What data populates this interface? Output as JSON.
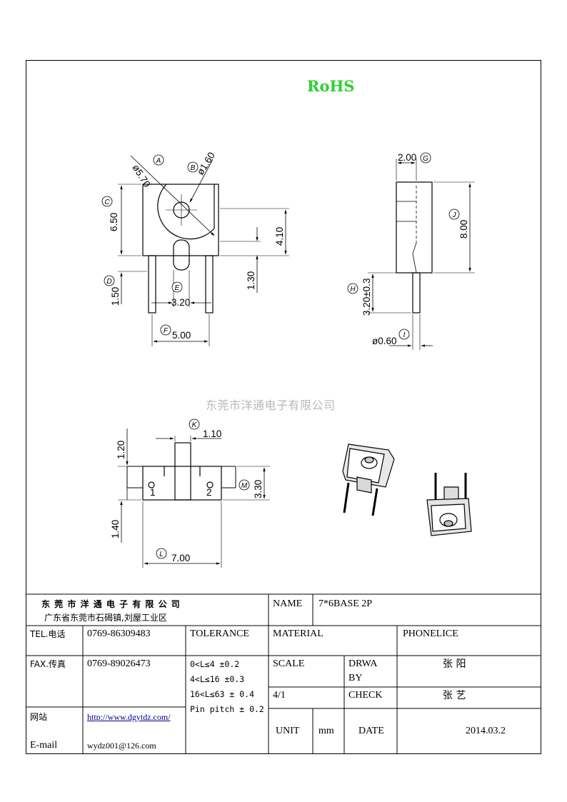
{
  "header": {
    "rohs": "RoHS"
  },
  "watermark": "东莞市洋通电子有限公司",
  "drawing": {
    "dims": {
      "phiA": "ø5.70",
      "phiB": "ø1.60",
      "c": "6.50",
      "d": "1.50",
      "e": "3.20",
      "f": "5.00",
      "h410": "4.10",
      "h130": "1.30",
      "g": "2.00",
      "j": "8.00",
      "hpin": "3.20±0.3",
      "pin": "ø0.60",
      "k": "1.10",
      "k120": "1.20",
      "m": "3.30",
      "l140": "1.40",
      "l": "7.00"
    },
    "letters": [
      "A",
      "B",
      "C",
      "D",
      "E",
      "F",
      "G",
      "H",
      "I",
      "J",
      "K",
      "L",
      "M"
    ],
    "pins": [
      "1",
      "2"
    ]
  },
  "title_block": {
    "company": "东 莞 市 洋 通 电 子 有 限 公 司",
    "address": "广东省东莞市石碣镇,刘屋工业区",
    "name_label": "NAME",
    "name_value": "7*6BASE 2P",
    "tel_label": "TEL.电话",
    "tel_value": "0769-86309483",
    "tolerance_label": "TOLERANCE",
    "material_label": "MATERIAL",
    "material_value": "PHONELICE",
    "fax_label": "FAX.传真",
    "fax_value": "0769-89026473",
    "tolerance_lines": [
      "0<L≤4  ±0.2",
      "4<L≤16 ±0.3",
      "16<L≤63 ± 0.4",
      "Pin pitch ± 0.2"
    ],
    "scale_label": "SCALE",
    "scale_value": "4/1",
    "drawn_label": "DRWA BY",
    "drawn_value": "张 阳",
    "check_label": "CHECK",
    "check_value": "张 艺",
    "web_label": "网站",
    "web_value": "http://www.dgytdz.com/",
    "email_label": "E-mail",
    "email_value": "wydz001@126.com",
    "unit_label": "UNIT",
    "unit_value": "mm",
    "date_label": "DATE",
    "date_value": "2014.03.2"
  }
}
